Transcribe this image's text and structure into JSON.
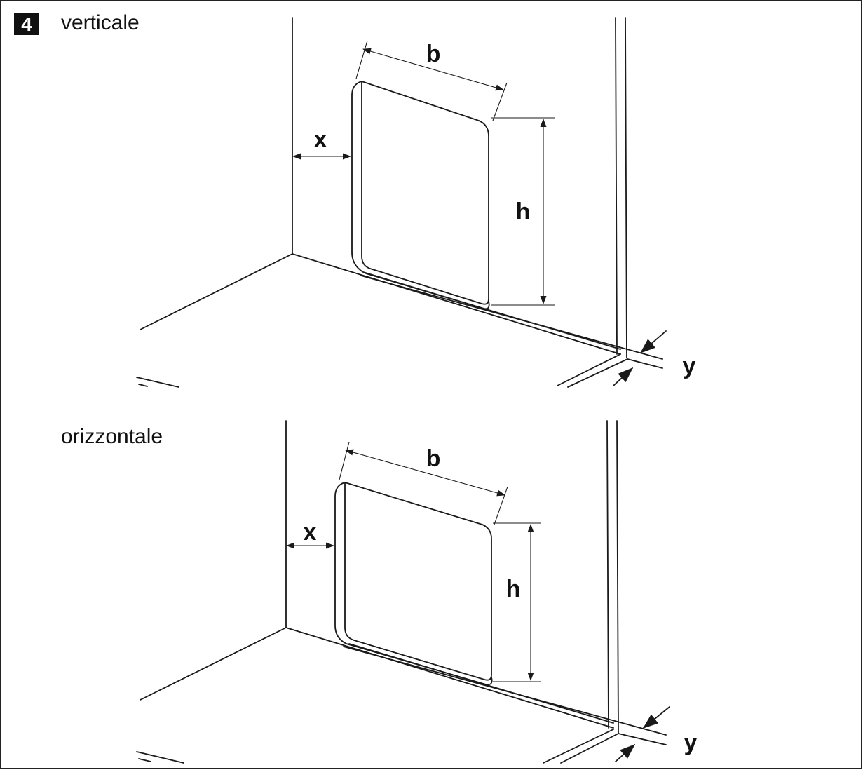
{
  "figure": {
    "number": "4",
    "sections": [
      {
        "caption": "verticale",
        "labels": {
          "x": "x",
          "b": "b",
          "h": "h",
          "y": "y"
        }
      },
      {
        "caption": "orizzontale",
        "labels": {
          "x": "x",
          "b": "b",
          "h": "h",
          "y": "y"
        }
      }
    ]
  },
  "colors": {
    "line": "#1a1a1a",
    "badge": "#111111",
    "background": "#ffffff"
  }
}
